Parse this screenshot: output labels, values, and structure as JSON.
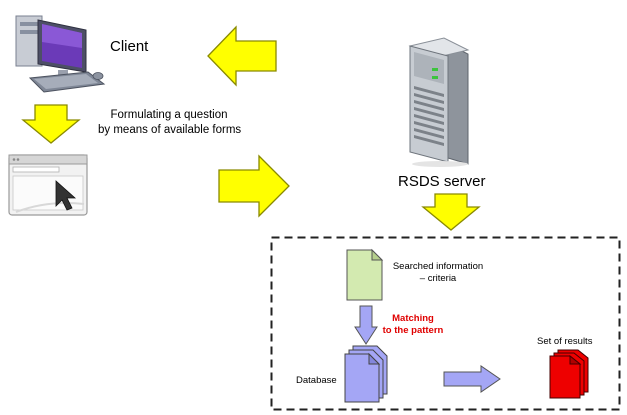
{
  "client": {
    "label": "Client"
  },
  "question": {
    "line1": "Formulating a question",
    "line2": "by means of available forms"
  },
  "server": {
    "label": "RSDS server"
  },
  "searched": {
    "line1": "Searched information",
    "line2": "– criteria"
  },
  "matching": {
    "line1": "Matching",
    "line2": "to the pattern"
  },
  "database": {
    "label": "Database"
  },
  "results": {
    "label": "Set of results"
  },
  "colors": {
    "arrow_fill": "#ffff00",
    "arrow_stroke": "#8a8a00",
    "matching_text": "#e00000",
    "doc_green": "#d3eab0",
    "doc_blue": "#a4a6f5",
    "doc_red": "#ee0000"
  },
  "icons": [
    "desktop-computer-icon",
    "browser-window-icon",
    "server-tower-icon",
    "document-icon",
    "database-stack-icon",
    "results-stack-icon"
  ]
}
